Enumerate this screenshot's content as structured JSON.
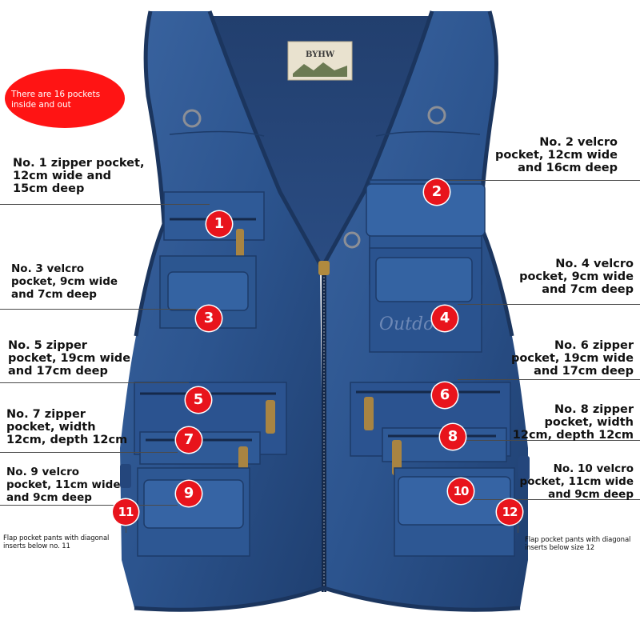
{
  "product": {
    "brand_label": "BYHW",
    "embroidery": "Outdoor"
  },
  "colors": {
    "vest": "#284f88",
    "vest_dark": "#1d3b69",
    "badge": "#e8141c",
    "bubble": "#ff1414"
  },
  "summary": {
    "text": "There are 16 pockets\ninside and out"
  },
  "callouts": [
    {
      "number": "1",
      "text": "No. 1 zipper pocket,\n12cm wide and\n15cm deep"
    },
    {
      "number": "2",
      "text": "No. 2 velcro\npocket, 12cm wide\nand 16cm deep"
    },
    {
      "number": "3",
      "text": "No. 3 velcro\npocket, 9cm wide\nand 7cm deep"
    },
    {
      "number": "4",
      "text": "No. 4 velcro\npocket, 9cm wide\nand 7cm deep"
    },
    {
      "number": "5",
      "text": "No. 5 zipper\npocket, 19cm wide\nand 17cm deep"
    },
    {
      "number": "6",
      "text": "No. 6 zipper\npocket, 19cm wide\nand 17cm deep"
    },
    {
      "number": "7",
      "text": "No. 7 zipper\npocket, width\n12cm, depth 12cm"
    },
    {
      "number": "8",
      "text": "No. 8 zipper\npocket, width\n12cm, depth 12cm"
    },
    {
      "number": "9",
      "text": "No. 9 velcro\npocket, 11cm wide\nand 9cm deep"
    },
    {
      "number": "10",
      "text": "No. 10 velcro\npocket, 11cm wide\nand 9cm deep"
    },
    {
      "number": "11",
      "text": "Flap pocket pants with diagonal\ninserts below no. 11"
    },
    {
      "number": "12",
      "text": "Flap pocket pants with diagonal\ninserts below size 12"
    }
  ]
}
